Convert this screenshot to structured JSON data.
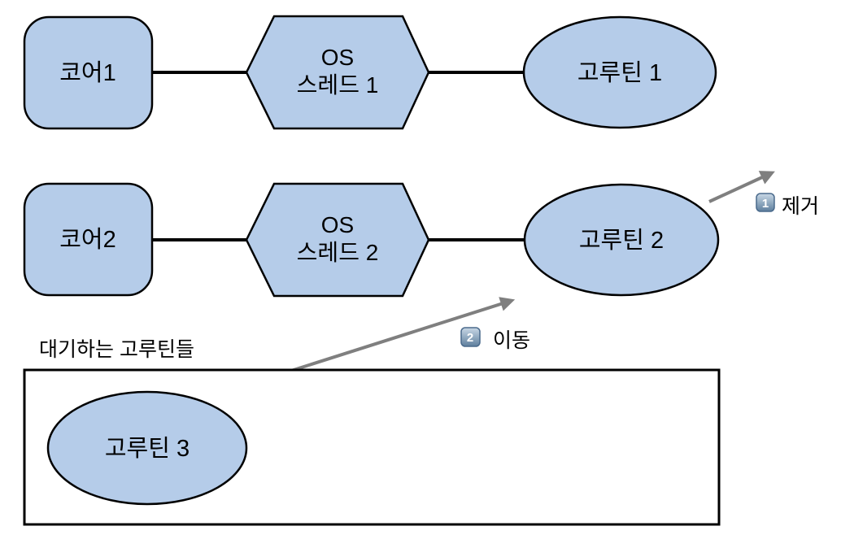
{
  "diagram": {
    "title_hint": "goroutine-scheduling-diagram",
    "nodes": {
      "core1": {
        "label": "코어1"
      },
      "core2": {
        "label": "코어2"
      },
      "os_thread1": {
        "label_line1": "OS",
        "label_line2": "스레드 1"
      },
      "os_thread2": {
        "label_line1": "OS",
        "label_line2": "스레드 2"
      },
      "goroutine1": {
        "label": "고루틴 1"
      },
      "goroutine2": {
        "label": "고루틴 2"
      },
      "goroutine3": {
        "label": "고루틴 3"
      }
    },
    "annotations": {
      "step1": {
        "badge": "1",
        "label": "제거"
      },
      "step2": {
        "badge": "2",
        "label": "이동"
      },
      "waiting_area": {
        "label": "대기하는 고루틴들"
      }
    },
    "colors": {
      "shape_fill": "#b5cce9",
      "shape_stroke": "#000000",
      "arrow_gray": "#7f7f7f",
      "badge_gradient_top": "#c9d8e6",
      "badge_gradient_bottom": "#5e7f9d",
      "badge_border": "#4a6a8c",
      "badge_text": "#ffffff",
      "box_fill": "#ffffff",
      "text": "#000000"
    }
  }
}
